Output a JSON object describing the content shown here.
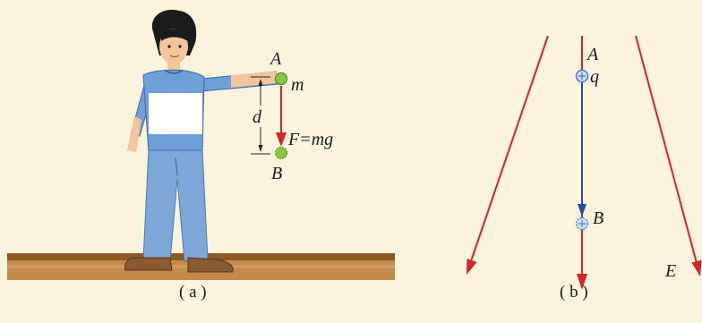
{
  "panel_a": {
    "caption": "( a )",
    "label_A": "A",
    "label_m": "m",
    "label_d": "d",
    "label_force": "F=mg",
    "label_B": "B"
  },
  "panel_b": {
    "caption": "( b )",
    "label_A": "A",
    "label_q": "q",
    "label_B": "B",
    "label_E": "E"
  },
  "colors": {
    "background": "#fbf3dc",
    "force_arrow": "#d7232b",
    "field_line": "#d7232b",
    "path_arrow": "#1f4fa3",
    "charge": "#4a78c9",
    "ball": "#8cc63f",
    "shirt": "#6f9fd6",
    "pants": "#7da7d8",
    "ground": "#b27a3a"
  }
}
